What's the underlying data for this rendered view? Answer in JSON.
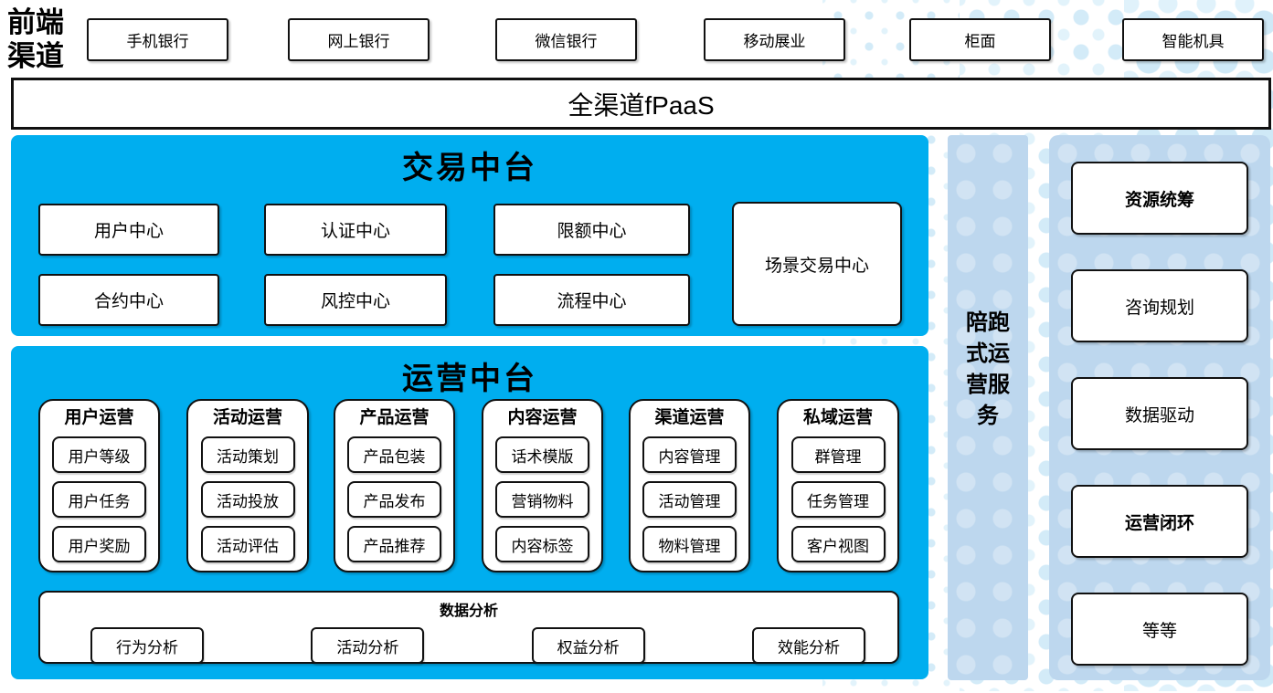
{
  "page": {
    "type": "architecture-diagram",
    "language": "zh-CN"
  },
  "front_channels": {
    "label": "前端渠道",
    "items": [
      "手机银行",
      "网上银行",
      "微信银行",
      "移动展业",
      "柜面",
      "智能机具"
    ]
  },
  "fpaas": {
    "label": "全渠道fPaaS"
  },
  "trade": {
    "title": "交易中台",
    "row1": [
      "用户中心",
      "认证中心",
      "限额中心"
    ],
    "row2": [
      "合约中心",
      "风控中心",
      "流程中心"
    ],
    "scene": "场景交易中心"
  },
  "ops": {
    "title": "运营中台",
    "groups": [
      {
        "title": "用户运营",
        "items": [
          "用户等级",
          "用户任务",
          "用户奖励"
        ]
      },
      {
        "title": "活动运营",
        "items": [
          "活动策划",
          "活动投放",
          "活动评估"
        ]
      },
      {
        "title": "产品运营",
        "items": [
          "产品包装",
          "产品发布",
          "产品推荐"
        ]
      },
      {
        "title": "内容运营",
        "items": [
          "话术模版",
          "营销物料",
          "内容标签"
        ]
      },
      {
        "title": "渠道运营",
        "items": [
          "内容管理",
          "活动管理",
          "物料管理"
        ]
      },
      {
        "title": "私域运营",
        "items": [
          "群管理",
          "任务管理",
          "客户视图"
        ]
      }
    ],
    "analysis": {
      "title": "数据分析",
      "items": [
        "行为分析",
        "活动分析",
        "权益分析",
        "效能分析"
      ]
    }
  },
  "companion": {
    "label": "陪跑式运营服务"
  },
  "right": {
    "items": [
      {
        "label": "资源统筹",
        "emphasis": true
      },
      {
        "label": "咨询规划",
        "emphasis": false
      },
      {
        "label": "数据驱动",
        "emphasis": false
      },
      {
        "label": "运营闭环",
        "emphasis": true
      },
      {
        "label": "等等",
        "emphasis": false
      }
    ]
  },
  "colors": {
    "accent_cyan": "#00AEEF",
    "panel_blue": "#BDD7EE",
    "dot_blue": "#D7EDF9",
    "border": "#111111"
  }
}
